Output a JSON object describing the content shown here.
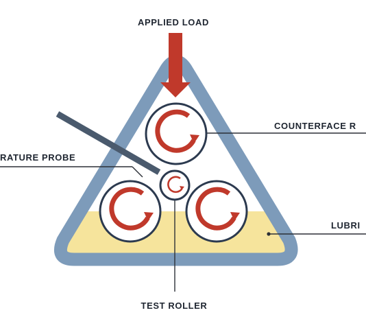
{
  "diagram": {
    "labels": {
      "applied_load": "APPLIED LOAD",
      "counterface": "COUNTERFACE R",
      "temperature_probe": "RATURE PROBE",
      "lubricant": "LUBRI",
      "test_roller": "TEST ROLLER"
    },
    "colors": {
      "frame": "#7d9bba",
      "lubricant": "#f6e49c",
      "arrow": "#c0392b",
      "roller_outline": "#2c3a4f",
      "probe": "#4a5a6d",
      "leader_line": "#2b2f36",
      "text": "#1e2530"
    },
    "icons": {
      "load_arrow": "down-arrow-icon",
      "rotation": "clockwise-rotation-icon"
    }
  }
}
